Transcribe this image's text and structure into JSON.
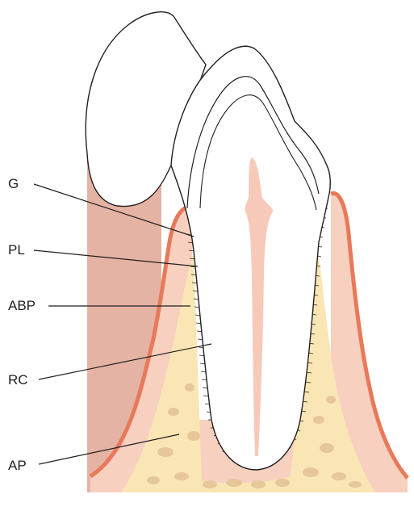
{
  "labels": {
    "g": "G",
    "pl": "PL",
    "abp": "ABP",
    "rc": "RC",
    "ap": "AP"
  },
  "colors": {
    "outline": "#231f20",
    "gingiva_outer": "#e8795a",
    "gingiva": "#f3c2b0",
    "soft_tissue": "#f7d0c0",
    "neighbor_tissue": "#e4b3a3",
    "bone": "#fae6b4",
    "trabecular": "#e6c79a",
    "pulp": "#f7c9b9",
    "enamel": "#ffffff"
  },
  "icons": [
    "tooth-icon"
  ]
}
